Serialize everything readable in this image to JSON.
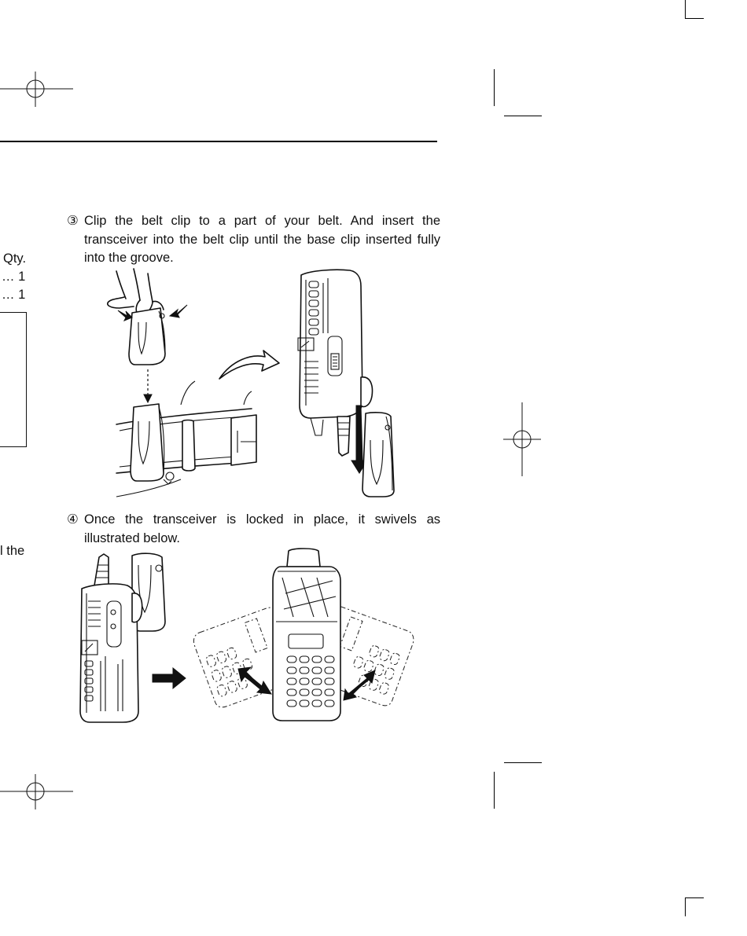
{
  "steps": [
    {
      "number": "③",
      "text": "Clip the belt clip to a part of your belt. And insert the transceiver into the belt clip until the base clip inserted fully into the groove."
    },
    {
      "number": "④",
      "text": "Once the transceiver is locked in place, it swivels as illustrated below."
    }
  ],
  "left_fragment": {
    "qty_label": "Qty.",
    "row1": "… 1",
    "row2": "… 1",
    "trailing": "l the"
  }
}
